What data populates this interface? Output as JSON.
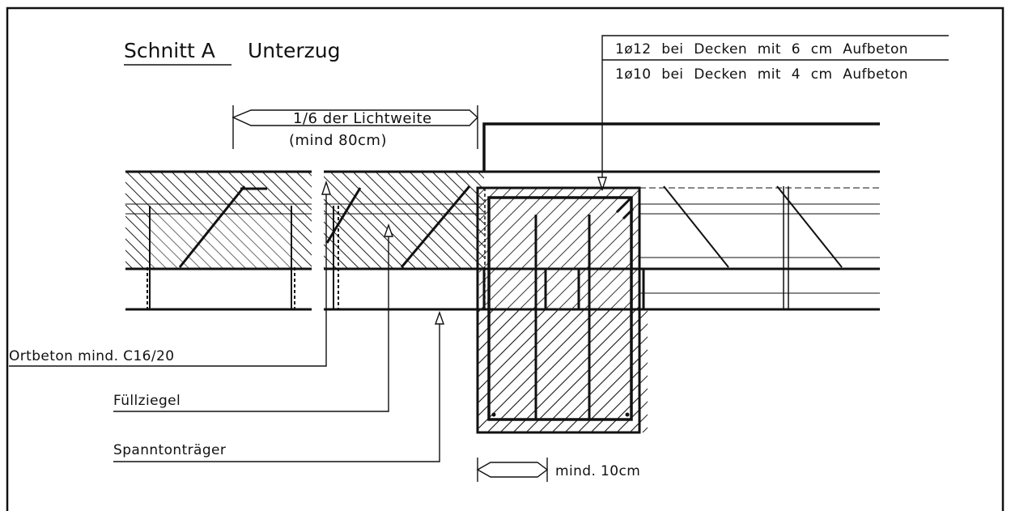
{
  "title": {
    "section": "Schnitt A",
    "subject": "Unterzug"
  },
  "dimension_top": {
    "line1": "1/6 der Lichtweite",
    "line2": "(mind 80cm)"
  },
  "rebar_notes": [
    "1ø12 bei Decken mit 6 cm Aufbeton",
    "1ø10 bei Decken mit 4 cm Aufbeton"
  ],
  "labels": {
    "ortbeton": "Ortbeton mind. C16/20",
    "fuellziegel": "Füllziegel",
    "spanntontraeger": "Spanntonträger"
  },
  "dimension_bottom": "mind. 10cm"
}
